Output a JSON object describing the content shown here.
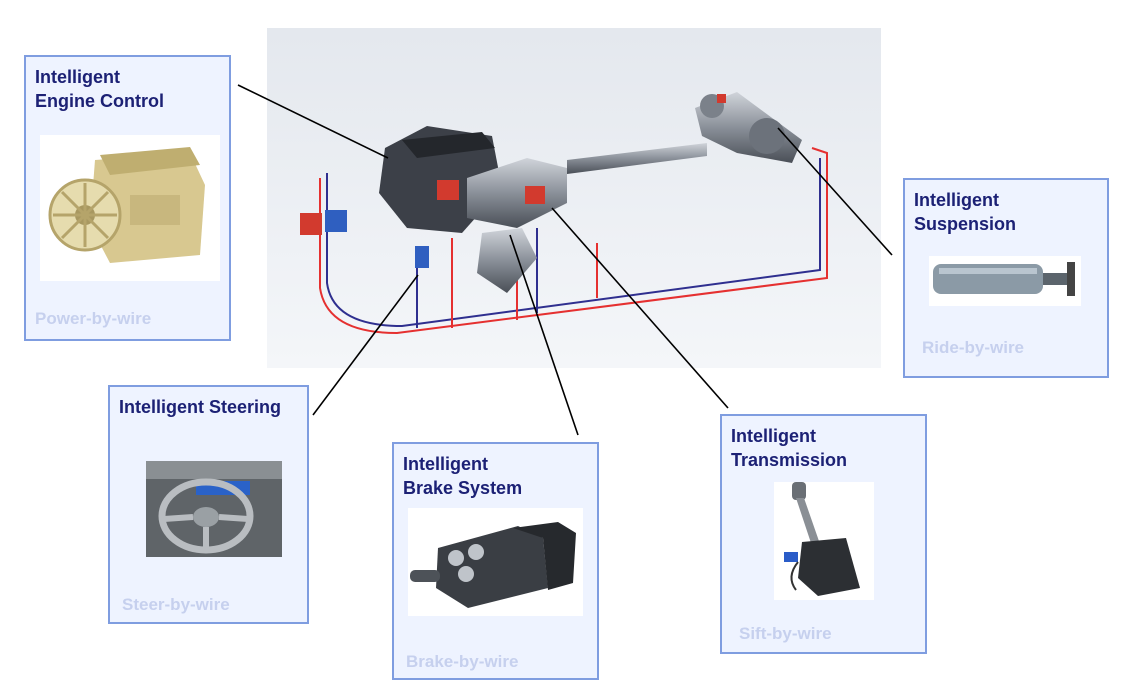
{
  "engine": {
    "title": "Intelligent\nEngine Control",
    "subtitle": "Power-by-wire",
    "icon": "engine-block-icon"
  },
  "suspension": {
    "title": "Intelligent\nSuspension",
    "subtitle": "Ride-by-wire",
    "icon": "air-spring-cylinder-icon"
  },
  "steering": {
    "title": "Intelligent  Steering",
    "subtitle": "Steer-by-wire",
    "icon": "steering-wheel-icon"
  },
  "brake": {
    "title": "Intelligent\nBrake System",
    "subtitle": "Brake-by-wire",
    "icon": "brake-valve-icon"
  },
  "transmission": {
    "title": "Intelligent\nTransmission",
    "subtitle": "Sift-by-wire",
    "icon": "gear-shift-lever-icon"
  },
  "colors": {
    "title": "#1c2175",
    "subtitle": "#c6d0ee",
    "card_bg": "#eef3ff",
    "card_border": "#7f9de0",
    "wire_red": "#e53030",
    "wire_blue": "#2f2f8f"
  }
}
